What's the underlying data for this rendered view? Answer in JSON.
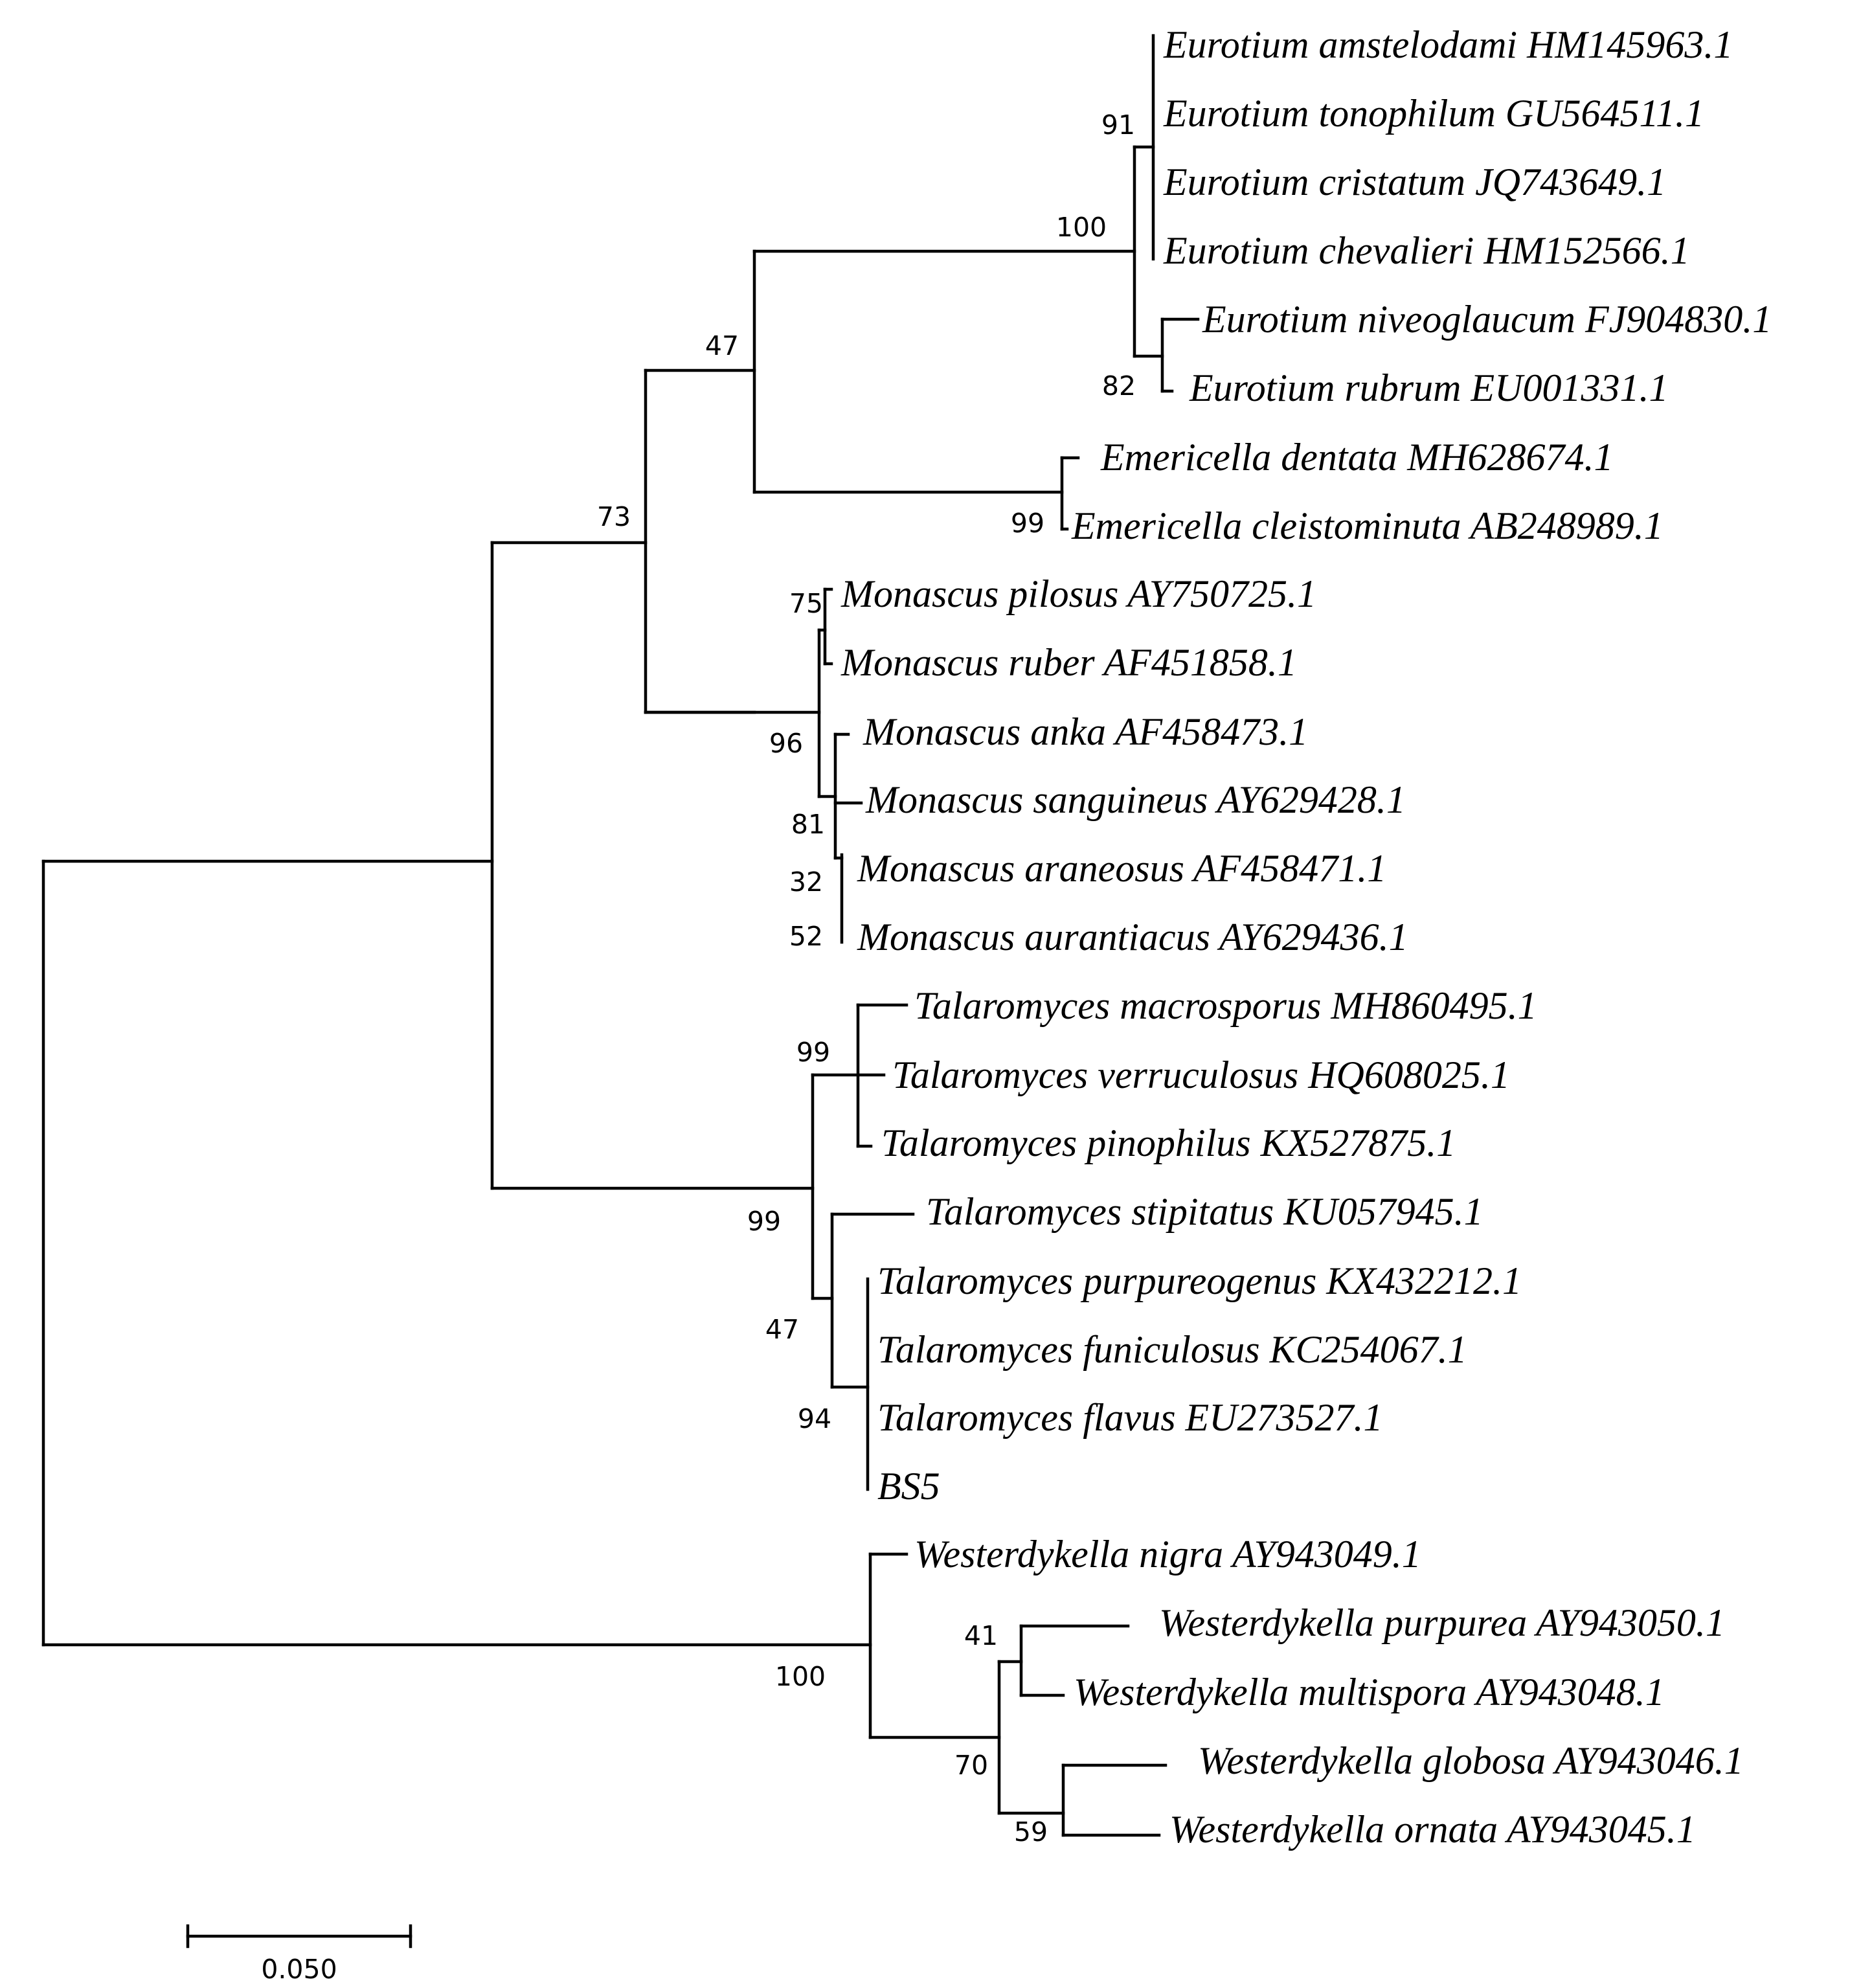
{
  "tree": {
    "taxa": [
      "Eurotium amstelodami HM145963.1",
      "Eurotium tonophilum GU564511.1",
      "Eurotium cristatum JQ743649.1",
      "Eurotium chevalieri HM152566.1",
      "Eurotium niveoglaucum FJ904830.1",
      "Eurotium rubrum EU001331.1",
      "Emericella dentata MH628674.1",
      "Emericella cleistominuta AB248989.1",
      "Monascus pilosus AY750725.1",
      "Monascus ruber AF451858.1",
      "Monascus anka AF458473.1",
      "Monascus sanguineus AY629428.1",
      "Monascus araneosus AF458471.1",
      "Monascus aurantiacus AY629436.1",
      "Talaromyces macrosporus MH860495.1",
      "Talaromyces verruculosus HQ608025.1",
      "Talaromyces pinophilus KX527875.1",
      "Talaromyces stipitatus KU057945.1",
      "Talaromyces purpureogenus KX432212.1",
      "Talaromyces funiculosus KC254067.1",
      "Talaromyces flavus EU273527.1",
      "BS5",
      "Westerdykella nigra AY943049.1",
      "Westerdykella purpurea AY943050.1",
      "Westerdykella multispora AY943048.1",
      "Westerdykella globosa AY943046.1",
      "Westerdykella ornata AY943045.1"
    ],
    "support_values": [
      "91",
      "100",
      "82",
      "47",
      "99",
      "73",
      "75",
      "96",
      "81",
      "32",
      "52",
      "99",
      "99",
      "47",
      "94",
      "100",
      "41",
      "70",
      "59"
    ],
    "scale_bar": {
      "label": "0.050",
      "length": 0.05
    }
  }
}
